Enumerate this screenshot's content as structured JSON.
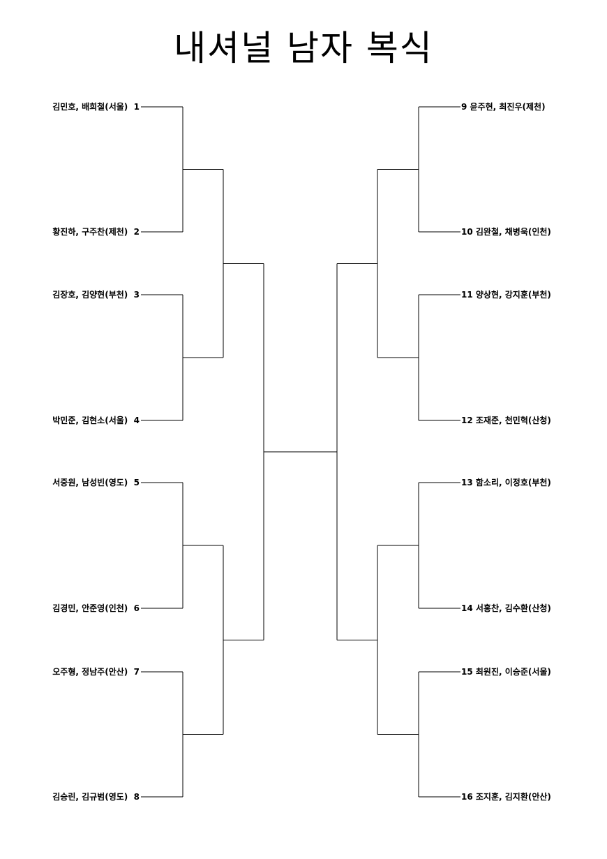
{
  "title": "내셔널 남자 복식",
  "colors": {
    "line": "#000000",
    "text": "#000000",
    "background": "#ffffff"
  },
  "left_entries": [
    {
      "seed": "1",
      "names": "김민호, 배희철(서울)"
    },
    {
      "seed": "2",
      "names": "황진하, 구주찬(제천)"
    },
    {
      "seed": "3",
      "names": "김장호, 김양현(부천)"
    },
    {
      "seed": "4",
      "names": "박민준, 김현소(서울)"
    },
    {
      "seed": "5",
      "names": "서중원, 남성빈(영도)"
    },
    {
      "seed": "6",
      "names": "김경민, 안준영(인천)"
    },
    {
      "seed": "7",
      "names": "오주형, 정남주(안산)"
    },
    {
      "seed": "8",
      "names": "김승린, 김규범(영도)"
    }
  ],
  "right_entries": [
    {
      "seed": "9",
      "names": "윤주현, 최진우(제천)"
    },
    {
      "seed": "10",
      "names": "김완철, 채병욱(인천)"
    },
    {
      "seed": "11",
      "names": "양상현, 강지훈(부천)"
    },
    {
      "seed": "12",
      "names": "조재준, 천민혁(산청)"
    },
    {
      "seed": "13",
      "names": "함소리, 이정호(부천)"
    },
    {
      "seed": "14",
      "names": "서홍찬, 김수환(산청)"
    },
    {
      "seed": "15",
      "names": "최원진, 이승준(서울)"
    },
    {
      "seed": "16",
      "names": "조지훈, 김지환(안산)"
    }
  ]
}
